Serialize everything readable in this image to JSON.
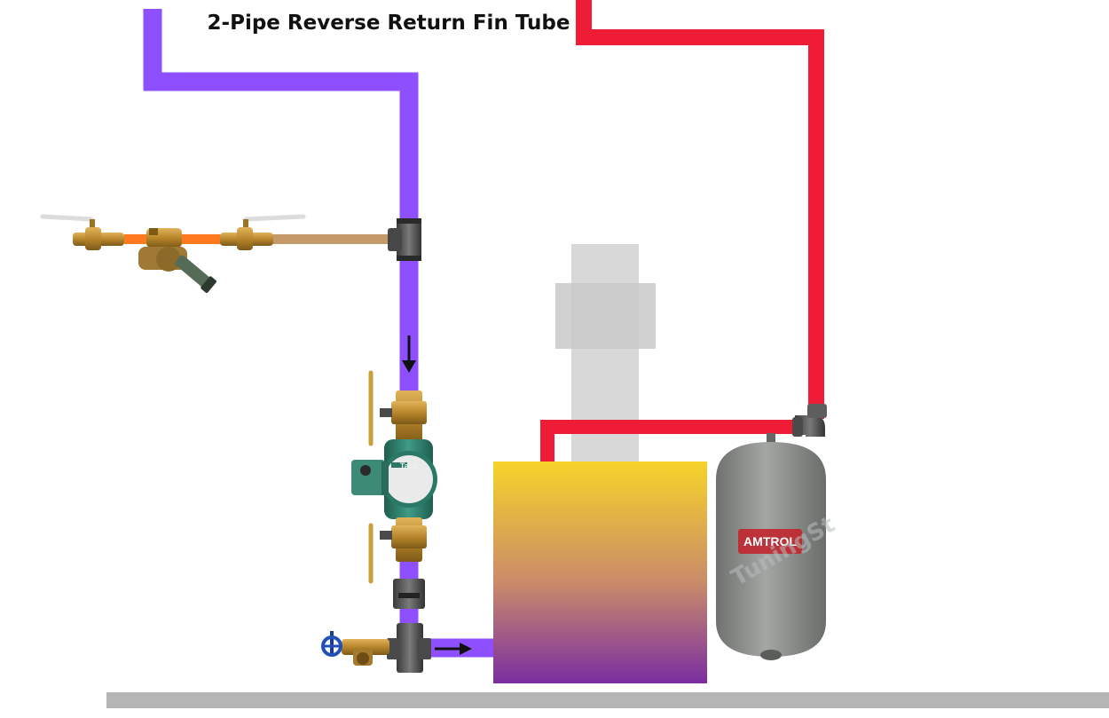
{
  "title": "2-Pipe Reverse Return Fin Tube",
  "pump_brand": "Taco",
  "tank_brand": "AMTROL",
  "watermark": "TuningSt",
  "flow_direction": {
    "return_line": "down",
    "boiler_inlet": "right"
  },
  "colors": {
    "return_pipe": "#8e50ff",
    "supply_pipe": "#ee1c34",
    "fill_pipe": "#ff7a1f",
    "copper_pipe": "#c49a6a",
    "boiler_gradient_top": "#f7d32a",
    "boiler_gradient_bottom": "#7a2ea1",
    "chimney": "#d8d8d8",
    "floor": "#b5b5b5",
    "tank": "#8a8d8a",
    "pump_body": "#2f7d6c",
    "brass": "#b8862b"
  },
  "icons": {
    "fill_valve": "backflow-preventer-icon",
    "ball_valve": "ball-valve-icon",
    "tee_fitting": "tee-fitting-icon",
    "elbow_fitting": "elbow-icon",
    "drain_valve": "boiler-drain-icon",
    "circulator": "circulator-pump-icon",
    "expansion_tank": "expansion-tank-icon",
    "union": "union-icon"
  }
}
